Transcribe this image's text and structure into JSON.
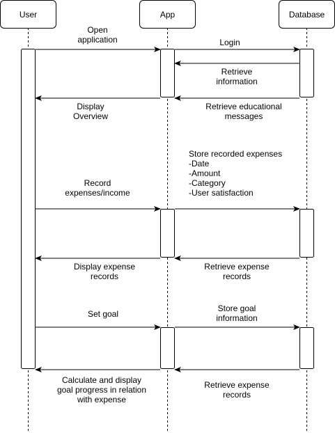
{
  "participants": [
    {
      "id": "user",
      "label": "User"
    },
    {
      "id": "app",
      "label": "App"
    },
    {
      "id": "database",
      "label": "Database"
    }
  ],
  "messages": [
    {
      "id": "open-application",
      "from": "user",
      "to": "app",
      "label": "Open\napplication"
    },
    {
      "id": "login",
      "from": "app",
      "to": "database",
      "label": "Login"
    },
    {
      "id": "retrieve-information",
      "from": "database",
      "to": "app",
      "label": "Retrieve\ninformation"
    },
    {
      "id": "retrieve-educational-messages",
      "from": "database",
      "to": "app",
      "label": "Retrieve educational\nmessages"
    },
    {
      "id": "display-overview",
      "from": "app",
      "to": "user",
      "label": "Display\nOverview"
    },
    {
      "id": "record-expenses-income",
      "from": "user",
      "to": "app",
      "label": "Record\nexpenses/income"
    },
    {
      "id": "store-recorded-expenses",
      "from": "app",
      "to": "database",
      "label": "Store recorded expenses\n-Date\n-Amount\n-Category\n-User satisfaction"
    },
    {
      "id": "retrieve-expense-records-1",
      "from": "database",
      "to": "app",
      "label": "Retrieve expense\nrecords"
    },
    {
      "id": "display-expense-records",
      "from": "app",
      "to": "user",
      "label": "Display expense\nrecords"
    },
    {
      "id": "set-goal",
      "from": "user",
      "to": "app",
      "label": "Set goal"
    },
    {
      "id": "store-goal-information",
      "from": "app",
      "to": "database",
      "label": "Store goal\ninformation"
    },
    {
      "id": "retrieve-expense-records-2",
      "from": "database",
      "to": "app",
      "label": "Retrieve expense\nrecords"
    },
    {
      "id": "calculate-display-goal-progress",
      "from": "app",
      "to": "user",
      "label": "Calculate and display\ngoal progress in relation\nwith expense"
    }
  ]
}
